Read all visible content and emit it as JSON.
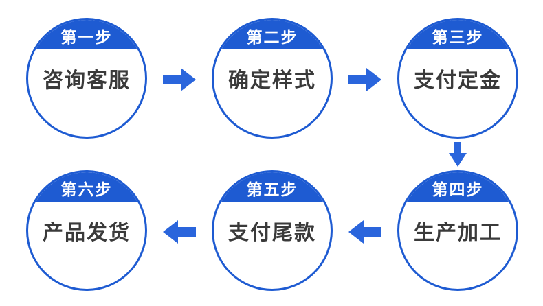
{
  "diagram": {
    "type": "process-flow",
    "direction": "s-shaped: top row left-to-right, down, bottom row right-to-left",
    "colors": {
      "primary_blue": "#1E5BD2",
      "arrow_blue": "#2A65DC",
      "title_text": "#3A3A3A",
      "cap_text": "#FFFFFF",
      "background": "#FFFFFF"
    },
    "steps": [
      {
        "step_label": "第一步",
        "title": "咨询客服"
      },
      {
        "step_label": "第二步",
        "title": "确定样式"
      },
      {
        "step_label": "第三步",
        "title": "支付定金"
      },
      {
        "step_label": "第四步",
        "title": "生产加工"
      },
      {
        "step_label": "第五步",
        "title": "支付尾款"
      },
      {
        "step_label": "第六步",
        "title": "产品发货"
      }
    ],
    "arrows": [
      {
        "from": 1,
        "to": 2,
        "direction": "right"
      },
      {
        "from": 2,
        "to": 3,
        "direction": "right"
      },
      {
        "from": 3,
        "to": 4,
        "direction": "down"
      },
      {
        "from": 4,
        "to": 5,
        "direction": "left"
      },
      {
        "from": 5,
        "to": 6,
        "direction": "left"
      }
    ]
  }
}
